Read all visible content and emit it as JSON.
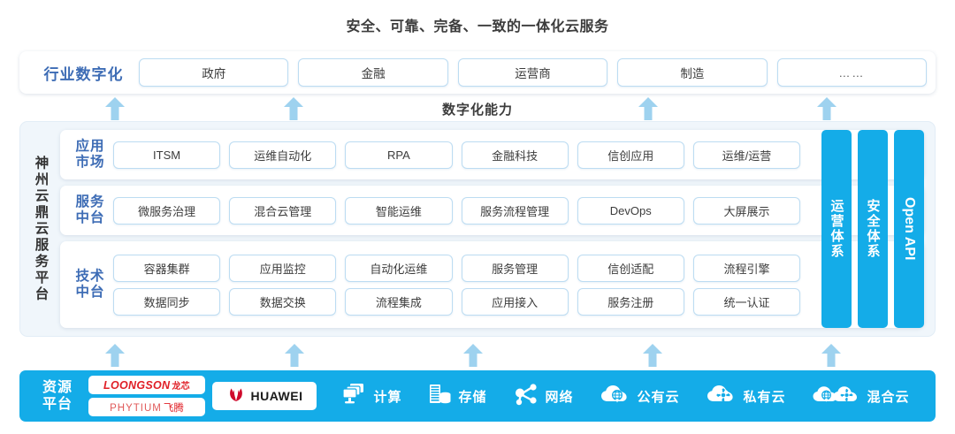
{
  "title": "安全、可靠、完备、一致的一体化云服务",
  "industry": {
    "label": "行业数字化",
    "items": [
      "政府",
      "金融",
      "运营商",
      "制造",
      "……"
    ]
  },
  "capability_label": "数字化能力",
  "platform": {
    "label": "神州云鼎云服务平台",
    "rows": [
      {
        "label_l1": "应用",
        "label_l2": "市场",
        "lines": [
          [
            "ITSM",
            "运维自动化",
            "RPA",
            "金融科技",
            "信创应用",
            "运维/运营"
          ]
        ]
      },
      {
        "label_l1": "服务",
        "label_l2": "中台",
        "lines": [
          [
            "微服务治理",
            "混合云管理",
            "智能运维",
            "服务流程管理",
            "DevOps",
            "大屏展示"
          ]
        ]
      },
      {
        "label_l1": "技术",
        "label_l2": "中台",
        "lines": [
          [
            "容器集群",
            "应用监控",
            "自动化运维",
            "服务管理",
            "信创适配",
            "流程引擎"
          ],
          [
            "数据同步",
            "数据交换",
            "流程集成",
            "应用接入",
            "服务注册",
            "统一认证"
          ]
        ]
      }
    ],
    "vertical_bars": [
      "运营体系",
      "安全体系",
      "Open API"
    ]
  },
  "resource": {
    "label_l1": "资源",
    "label_l2": "平台",
    "chips": [
      {
        "brand": "LOONGSON",
        "cn": "龙芯"
      },
      {
        "brand": "PHYTIUM",
        "cn": "飞腾"
      }
    ],
    "huawei": "HUAWEI",
    "icons": [
      {
        "icon": "compute-icon",
        "label": "计算"
      },
      {
        "icon": "storage-icon",
        "label": "存储"
      },
      {
        "icon": "network-icon",
        "label": "网络"
      },
      {
        "icon": "public-cloud-icon",
        "label": "公有云"
      },
      {
        "icon": "private-cloud-icon",
        "label": "私有云"
      },
      {
        "icon": "hybrid-cloud-icon",
        "label": "混合云"
      }
    ]
  },
  "colors": {
    "accent_blue": "#14ACE8",
    "label_blue": "#3D6CB5",
    "arrow_blue": "#9ED2EF",
    "panel_bg": "#F0F6FB",
    "box_border": "#BCDCF2"
  }
}
